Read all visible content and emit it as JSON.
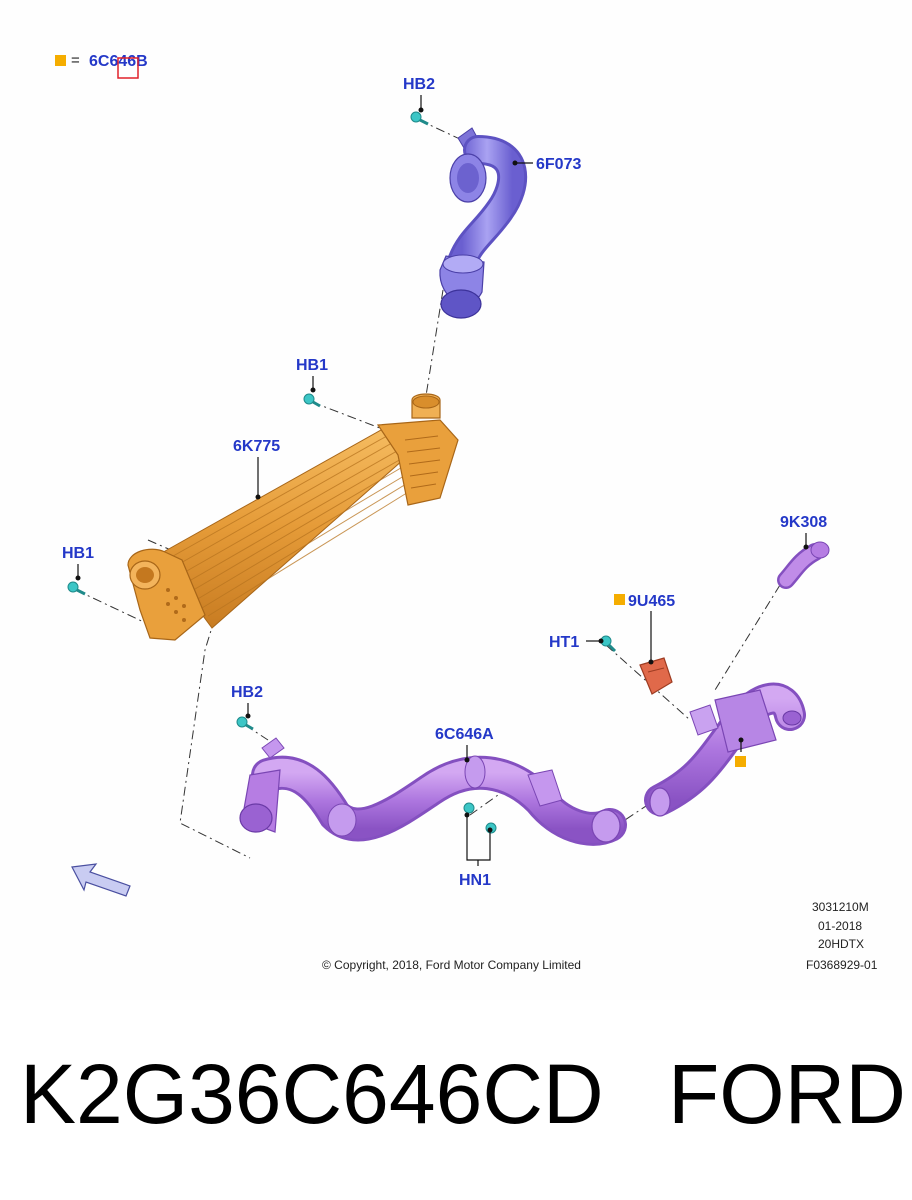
{
  "legend": {
    "marker_color": "#f5ad00",
    "equals": "=",
    "part": "6C646B"
  },
  "callouts": {
    "hb2_top": "HB2",
    "p6f073": "6F073",
    "hb1_mid": "HB1",
    "p6k775": "6K775",
    "hb1_left": "HB1",
    "p9k308": "9K308",
    "p9u465": "9U465",
    "ht1": "HT1",
    "hb2_low": "HB2",
    "p6c646a": "6C646A",
    "hn1": "HN1"
  },
  "info": {
    "code": "3031210M",
    "date": "01-2018",
    "variant": "20HDTX",
    "fig": "F0368929-01"
  },
  "copyright": "© Copyright, 2018, Ford Motor Company Limited",
  "footer": {
    "part_number": "K2G36C646CD",
    "brand": "FORD"
  },
  "colors": {
    "callout_text": "#2438c8",
    "duct_upper": "#8f86e6",
    "intercooler": "#e9a03c",
    "duct_lower": "#b37be0",
    "bracket": "#e0694a",
    "fastener": "#3cc6c6",
    "marker": "#f5ad00",
    "arrow_fill": "#c9ccf2"
  },
  "icons": {
    "direction_arrow": "arrow-icon",
    "fastener": "bolt-icon",
    "marker": "square-marker-icon"
  }
}
